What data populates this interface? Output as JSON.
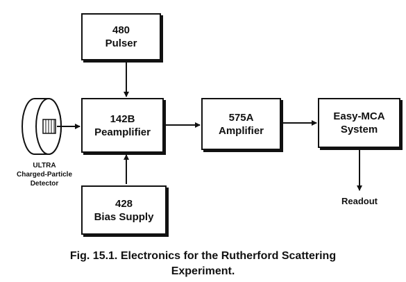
{
  "blocks": {
    "pulser": {
      "line1": "480",
      "line2": "Pulser"
    },
    "preamplifier": {
      "line1": "142B",
      "line2": "Peamplifier"
    },
    "amplifier": {
      "line1": "575A",
      "line2": "Amplifier"
    },
    "mca": {
      "line1": "Easy-MCA",
      "line2": "System"
    },
    "bias_supply": {
      "line1": "428",
      "line2": "Bias Supply"
    }
  },
  "detector": {
    "line1": "ULTRA",
    "line2": "Charged-Particle",
    "line3": "Detector"
  },
  "readout": "Readout",
  "caption": {
    "line1": "Fig. 15.1.  Electronics for the Rutherford Scattering",
    "line2": "Experiment."
  }
}
